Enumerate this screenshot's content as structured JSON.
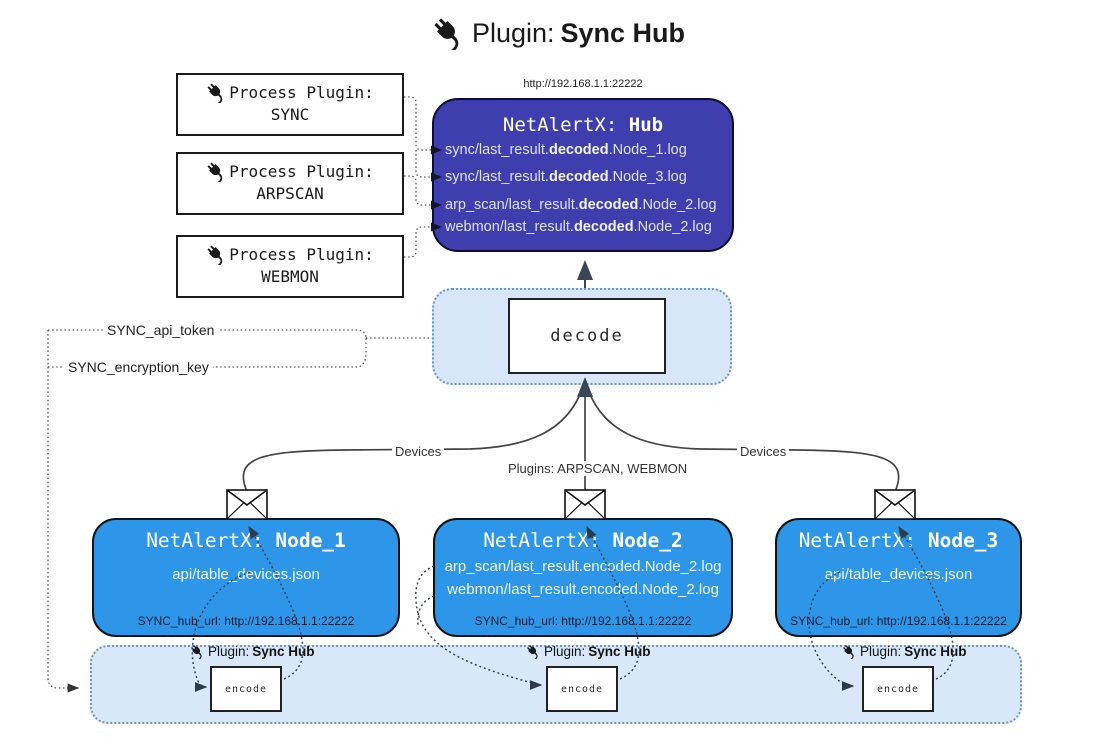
{
  "title": {
    "icon": "plug-icon",
    "prefix": "Plugin:",
    "name": "Sync Hub"
  },
  "process_plugins": [
    {
      "label": "Process Plugin:",
      "name": "SYNC"
    },
    {
      "label": "Process Plugin:",
      "name": "ARPSCAN"
    },
    {
      "label": "Process Plugin:",
      "name": "WEBMON"
    }
  ],
  "hub": {
    "url_label": "http://192.168.1.1:22222",
    "title_prefix": "NetAlertX:",
    "title_name": "Hub",
    "logs": [
      {
        "pre": "sync/last_result.",
        "bold": "decoded",
        "post": ".Node_1.log"
      },
      {
        "pre": "sync/last_result.",
        "bold": "decoded",
        "post": ".Node_3.log"
      },
      {
        "pre": "arp_scan/last_result.",
        "bold": "decoded",
        "post": ".Node_2.log"
      },
      {
        "pre": "webmon/last_result.",
        "bold": "decoded",
        "post": ".Node_2.log"
      }
    ]
  },
  "decode": {
    "label": "decode"
  },
  "config": {
    "api_token": "SYNC_api_token",
    "encryption_key": "SYNC_encryption_key"
  },
  "edges": {
    "devices_left": "Devices",
    "center": "Plugins: ARPSCAN, WEBMON",
    "devices_right": "Devices"
  },
  "nodes": [
    {
      "title_prefix": "NetAlertX:",
      "title_name": "Node_1",
      "files": [
        "api/table_devices.json"
      ],
      "hub_url": "SYNC_hub_url: http://192.168.1.1:22222"
    },
    {
      "title_prefix": "NetAlertX:",
      "title_name": "Node_2",
      "files": [
        "arp_scan/last_result.encoded.Node_2.log",
        "webmon/last_result.encoded.Node_2.log"
      ],
      "hub_url": "SYNC_hub_url: http://192.168.1.1:22222"
    },
    {
      "title_prefix": "NetAlertX:",
      "title_name": "Node_3",
      "files": [
        "api/table_devices.json"
      ],
      "hub_url": "SYNC_hub_url: http://192.168.1.1:22222"
    }
  ],
  "encoders": [
    {
      "plugin_prefix": "Plugin:",
      "plugin_name": "Sync Hub",
      "label": "encode"
    },
    {
      "plugin_prefix": "Plugin:",
      "plugin_name": "Sync Hub",
      "label": "encode"
    },
    {
      "plugin_prefix": "Plugin:",
      "plugin_name": "Sync Hub",
      "label": "encode"
    }
  ],
  "colors": {
    "hub_fill": "#3e3eae",
    "node_fill": "#2e96e8",
    "container_fill": "#d8e8f9",
    "hub_text": "#dde1f2",
    "arrow": "#3a4556",
    "dotted": "#555555"
  }
}
